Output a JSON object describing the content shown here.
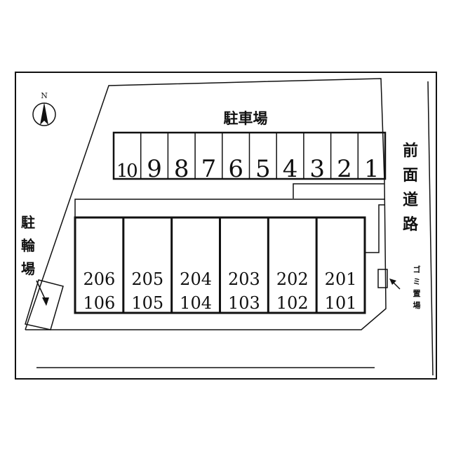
{
  "compass": {
    "label": "N",
    "icon": "north-arrow-icon"
  },
  "parking": {
    "title": "駐車場",
    "spaces": [
      "10",
      "9",
      "8",
      "7",
      "6",
      "5",
      "4",
      "3",
      "2",
      "1"
    ]
  },
  "bicycle_parking": {
    "label_chars": [
      "駐",
      "輪",
      "場"
    ]
  },
  "road": {
    "label_chars": [
      "前",
      "面",
      "道",
      "路"
    ]
  },
  "garbage": {
    "label_chars": [
      "ゴ",
      "ミ",
      "置",
      "場"
    ]
  },
  "units": [
    {
      "upper": "206",
      "lower": "106"
    },
    {
      "upper": "205",
      "lower": "105"
    },
    {
      "upper": "204",
      "lower": "104"
    },
    {
      "upper": "203",
      "lower": "103"
    },
    {
      "upper": "202",
      "lower": "102"
    },
    {
      "upper": "201",
      "lower": "101"
    }
  ]
}
